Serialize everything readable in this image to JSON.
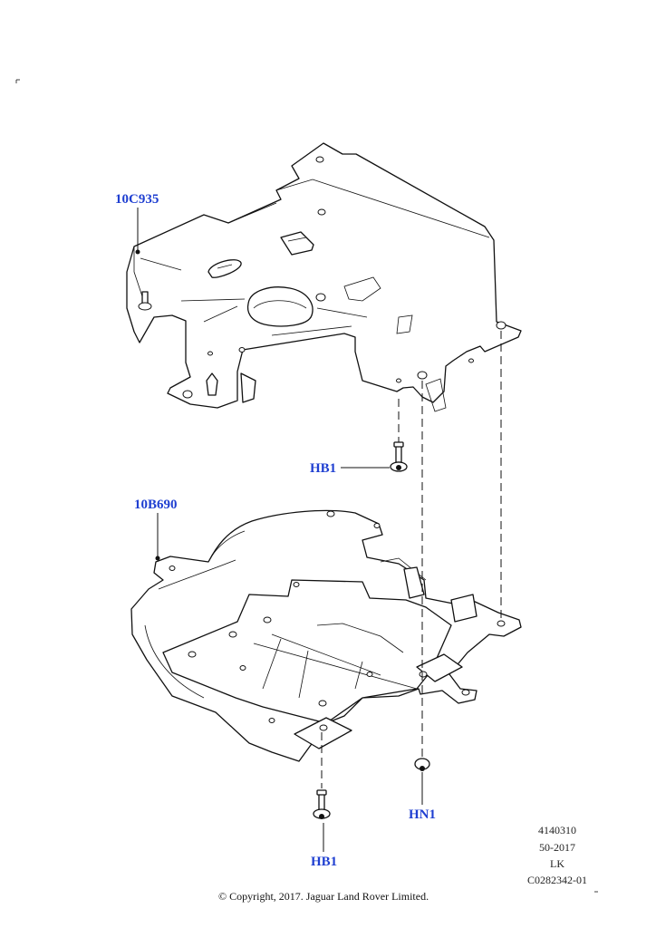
{
  "callouts": {
    "upper_bracket": "10C935",
    "lower_tray": "10B690",
    "bolt_upper": "HB1",
    "bolt_lower": "HB1",
    "nut": "HN1"
  },
  "meta": {
    "illustration_id": "4140310",
    "date_code": "50-2017",
    "initials": "LK",
    "drawing_code": "C0282342-01"
  },
  "copyright": "© Copyright, 2017. Jaguar Land Rover Limited.",
  "colors": {
    "callout": "#1f3fd1",
    "line": "#111111"
  }
}
